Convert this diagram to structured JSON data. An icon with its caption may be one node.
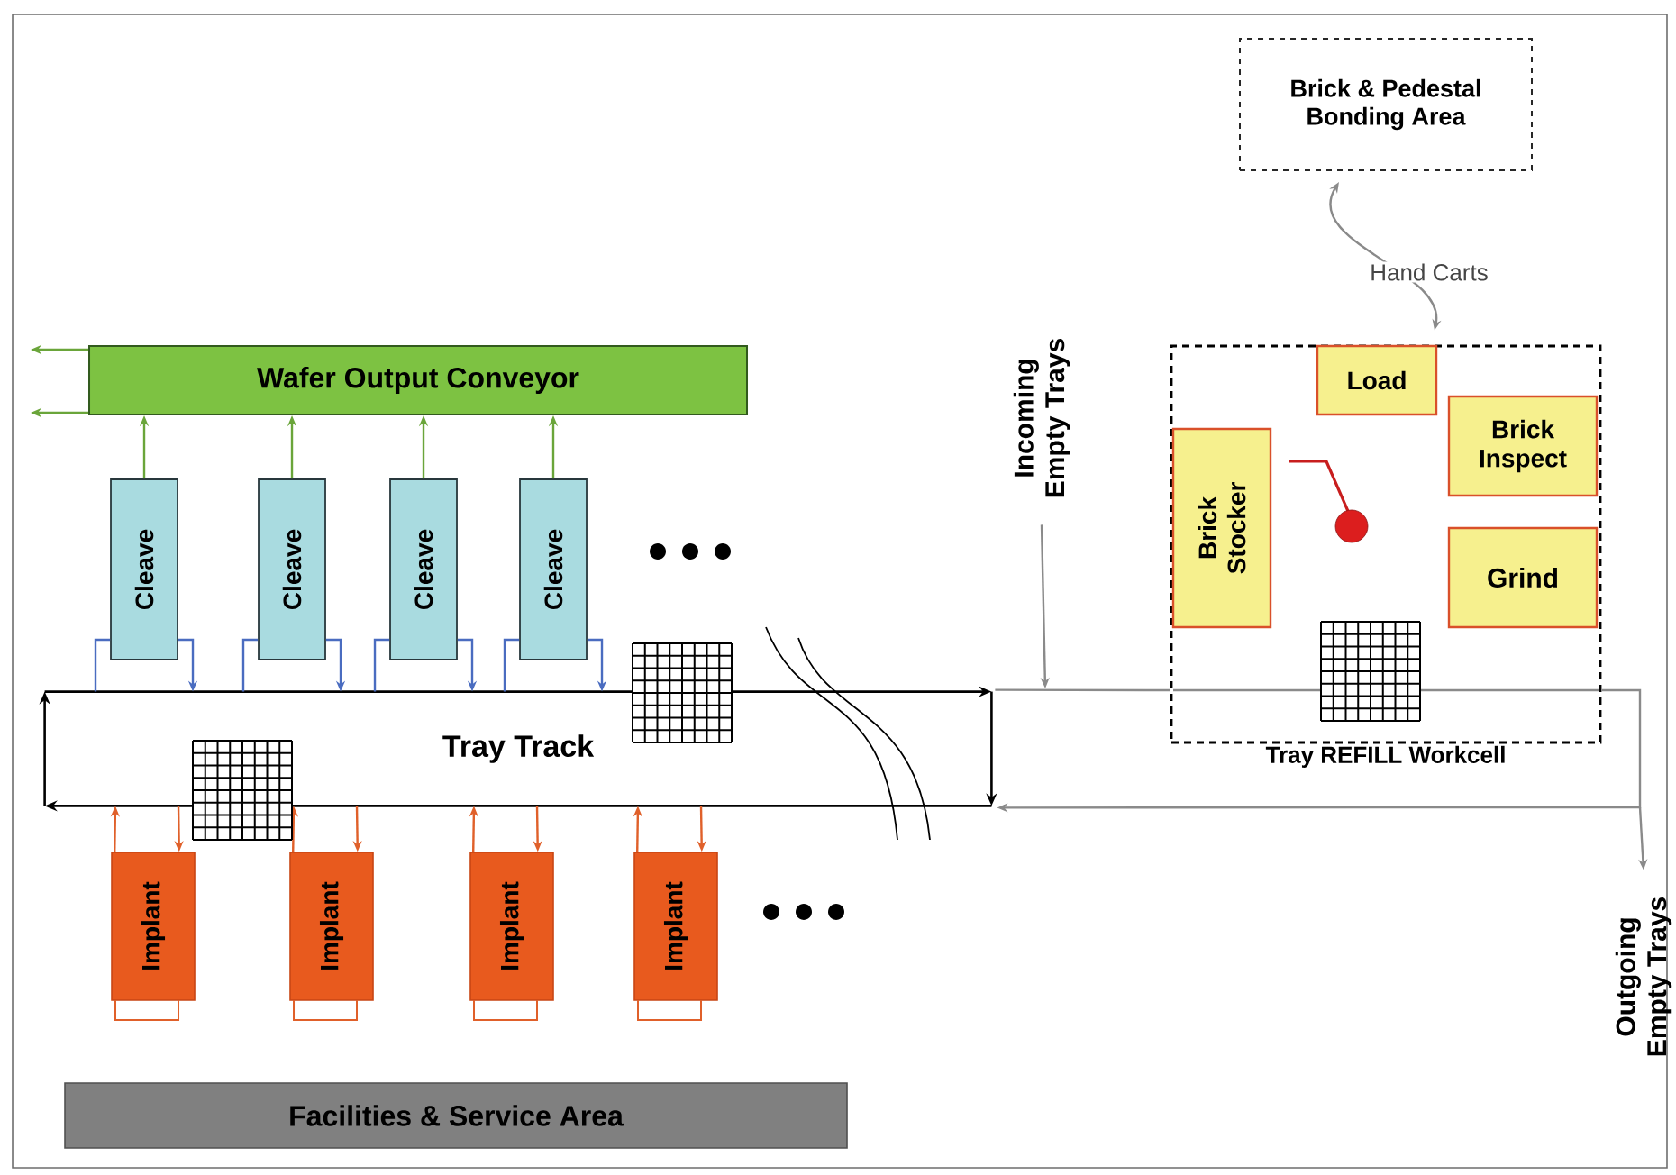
{
  "diagram": {
    "nodes": [
      {
        "text": [
          "Wafer Output Conveyor"
        ]
      },
      {
        "text": [
          "Cleave"
        ]
      },
      {
        "text": [
          "Cleave"
        ]
      },
      {
        "text": [
          "Cleave"
        ]
      },
      {
        "text": [
          "Cleave"
        ]
      },
      {
        "text": [
          "Tray Track"
        ]
      },
      {
        "text": [
          "Implant"
        ]
      },
      {
        "text": [
          "Implant"
        ]
      },
      {
        "text": [
          "Implant"
        ]
      },
      {
        "text": [
          "Implant"
        ]
      },
      {
        "text": [
          "Facilities & Service Area"
        ]
      },
      {
        "text": [
          "Brick & Pedestal Bonding Area"
        ]
      },
      {
        "text": [
          "Tray REFILL Workcell"
        ]
      },
      {
        "text": [
          "Load"
        ],
        "in": 12
      },
      {
        "text": [
          "Brick Inspect"
        ],
        "in": 12
      },
      {
        "text": [
          "Brick Stocker"
        ],
        "in": 12
      },
      {
        "text": [
          "Grind"
        ],
        "in": 12
      },
      {
        "text": [
          "Incoming Empty Trays"
        ]
      },
      {
        "text": [
          "Outgoing Empty Trays"
        ]
      }
    ],
    "edges": [
      {
        "from": 0,
        "to": null,
        "arrow": "to",
        "color": "#6aa53a"
      },
      {
        "from": 0,
        "to": null,
        "arrow": "to",
        "color": "#6aa53a"
      },
      {
        "from": 1,
        "to": 0,
        "arrow": "to",
        "color": "#6aa53a"
      },
      {
        "from": 2,
        "to": 0,
        "arrow": "to",
        "color": "#6aa53a"
      },
      {
        "from": 3,
        "to": 0,
        "arrow": "to",
        "color": "#6aa53a"
      },
      {
        "from": 4,
        "to": 0,
        "arrow": "to",
        "color": "#6aa53a"
      },
      {
        "from": 5,
        "to": 1,
        "arrow": "none",
        "color": "#4a6cc0"
      },
      {
        "from": 1,
        "to": 5,
        "arrow": "to",
        "color": "#4a6cc0"
      },
      {
        "from": 5,
        "to": 2,
        "arrow": "none",
        "color": "#4a6cc0"
      },
      {
        "from": 2,
        "to": 5,
        "arrow": "to",
        "color": "#4a6cc0"
      },
      {
        "from": 5,
        "to": 3,
        "arrow": "none",
        "color": "#4a6cc0"
      },
      {
        "from": 3,
        "to": 5,
        "arrow": "to",
        "color": "#4a6cc0"
      },
      {
        "from": 5,
        "to": 4,
        "arrow": "none",
        "color": "#4a6cc0"
      },
      {
        "from": 4,
        "to": 5,
        "arrow": "to",
        "color": "#4a6cc0"
      },
      {
        "from": 6,
        "to": 5,
        "arrow": "to",
        "color": "#e0602a"
      },
      {
        "from": 5,
        "to": 6,
        "arrow": "to",
        "color": "#e0602a"
      },
      {
        "from": 7,
        "to": 5,
        "arrow": "to",
        "color": "#e0602a"
      },
      {
        "from": 5,
        "to": 7,
        "arrow": "to",
        "color": "#e0602a"
      },
      {
        "from": 8,
        "to": 5,
        "arrow": "to",
        "color": "#e0602a"
      },
      {
        "from": 5,
        "to": 8,
        "arrow": "to",
        "color": "#e0602a"
      },
      {
        "from": 9,
        "to": 5,
        "arrow": "to",
        "color": "#e0602a"
      },
      {
        "from": 5,
        "to": 9,
        "arrow": "to",
        "color": "#e0602a"
      },
      {
        "from": 11,
        "to": 12,
        "arrow": "both",
        "label": "Hand Carts",
        "color": "#8a8a8a"
      },
      {
        "from": 17,
        "to": null,
        "arrow": "to",
        "color": "#8a8a8a"
      },
      {
        "from": 5,
        "to": 12,
        "arrow": "none",
        "color": "#8a8a8a"
      },
      {
        "from": 12,
        "to": 5,
        "arrow": "to",
        "color": "#8a8a8a"
      },
      {
        "from": null,
        "to": 18,
        "arrow": "to",
        "color": "#8a8a8a"
      }
    ]
  }
}
